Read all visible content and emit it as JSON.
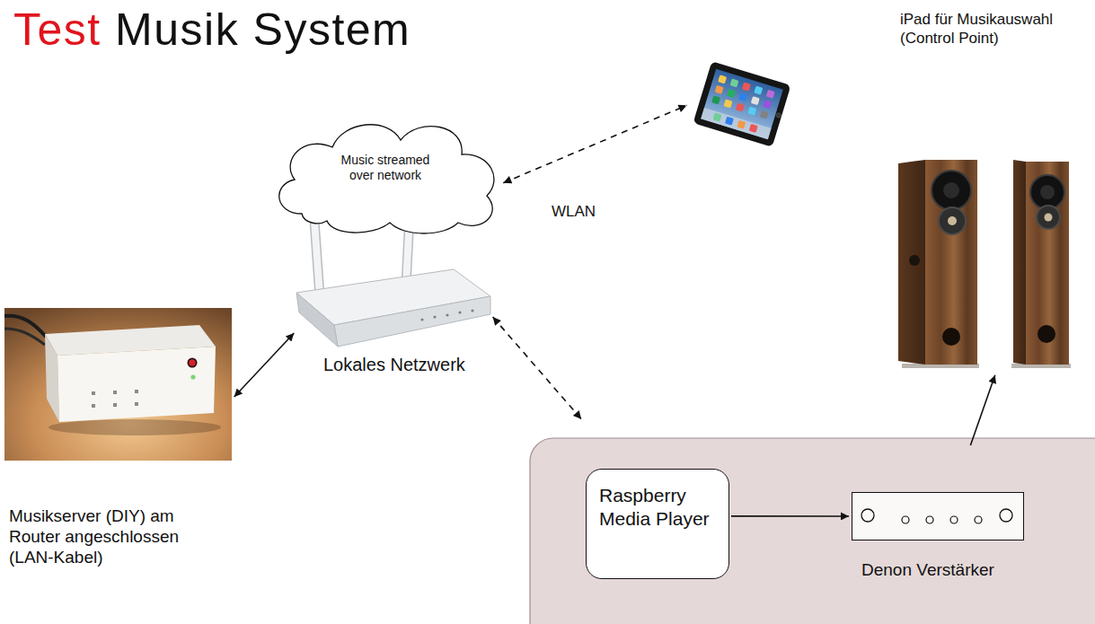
{
  "diagram": {
    "title": "Test Musik System",
    "nodes": [
      {
        "text": [
          "Music streamed over network"
        ]
      },
      {
        "text": [
          "iPad für Musikauswahl (Control Point)"
        ]
      },
      {
        "text": [
          "Lokales Netzwerk"
        ]
      },
      {
        "text": []
      },
      {
        "text": [
          "Musikserver (DIY) am Router angeschlossen (LAN-Kabel)"
        ]
      },
      {
        "text": []
      },
      {
        "text": [
          "Raspberry Media Player"
        ],
        "in": 5
      },
      {
        "text": [
          "Denon Verstärker"
        ],
        "in": 5
      }
    ],
    "edges": [
      {
        "from": 4,
        "to": 2,
        "arrow": "both"
      },
      {
        "from": 0,
        "to": 1,
        "arrow": "both"
      },
      {
        "from": 2,
        "to": 5,
        "arrow": "both"
      },
      {
        "from": 6,
        "to": 7,
        "arrow": "to"
      },
      {
        "from": 7,
        "to": 3,
        "arrow": "to"
      }
    ],
    "labels": [
      "WLAN"
    ]
  }
}
